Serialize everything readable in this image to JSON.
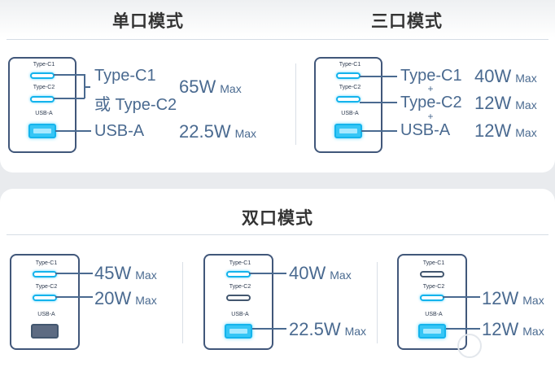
{
  "sections": {
    "single": {
      "title": "单口模式",
      "port_labels": {
        "c1": "Type-C1",
        "c2": "Type-C2",
        "a": "USB-A"
      },
      "rows": [
        {
          "label": "Type-C1",
          "label2": "或 Type-C2",
          "power": "65W",
          "max": "Max"
        },
        {
          "label": "USB-A",
          "power": "22.5W",
          "max": "Max"
        }
      ]
    },
    "triple": {
      "title": "三口模式",
      "port_labels": {
        "c1": "Type-C1",
        "c2": "Type-C2",
        "a": "USB-A"
      },
      "plus": "+",
      "rows": [
        {
          "label": "Type-C1",
          "power": "40W",
          "max": "Max"
        },
        {
          "label": "Type-C2",
          "power": "12W",
          "max": "Max"
        },
        {
          "label": "USB-A",
          "power": "12W",
          "max": "Max"
        }
      ]
    },
    "dual": {
      "title": "双口模式",
      "configs": [
        {
          "port_labels": {
            "c1": "Type-C1",
            "c2": "Type-C2",
            "a": "USB-A"
          },
          "outputs": [
            {
              "power": "45W",
              "max": "Max"
            },
            {
              "power": "20W",
              "max": "Max"
            }
          ]
        },
        {
          "port_labels": {
            "c1": "Type-C1",
            "c2": "Type-C2",
            "a": "USB-A"
          },
          "outputs": [
            {
              "power": "40W",
              "max": "Max"
            },
            {
              "power": "22.5W",
              "max": "Max"
            }
          ]
        },
        {
          "port_labels": {
            "c1": "Type-C1",
            "c2": "Type-C2",
            "a": "USB-A"
          },
          "outputs": [
            {
              "power": "12W",
              "max": "Max"
            },
            {
              "power": "12W",
              "max": "Max"
            }
          ]
        }
      ]
    }
  },
  "colors": {
    "active_port": "#13b3ec",
    "inactive_port": "#43576f",
    "text": "#4a6a90",
    "title": "#333333"
  }
}
